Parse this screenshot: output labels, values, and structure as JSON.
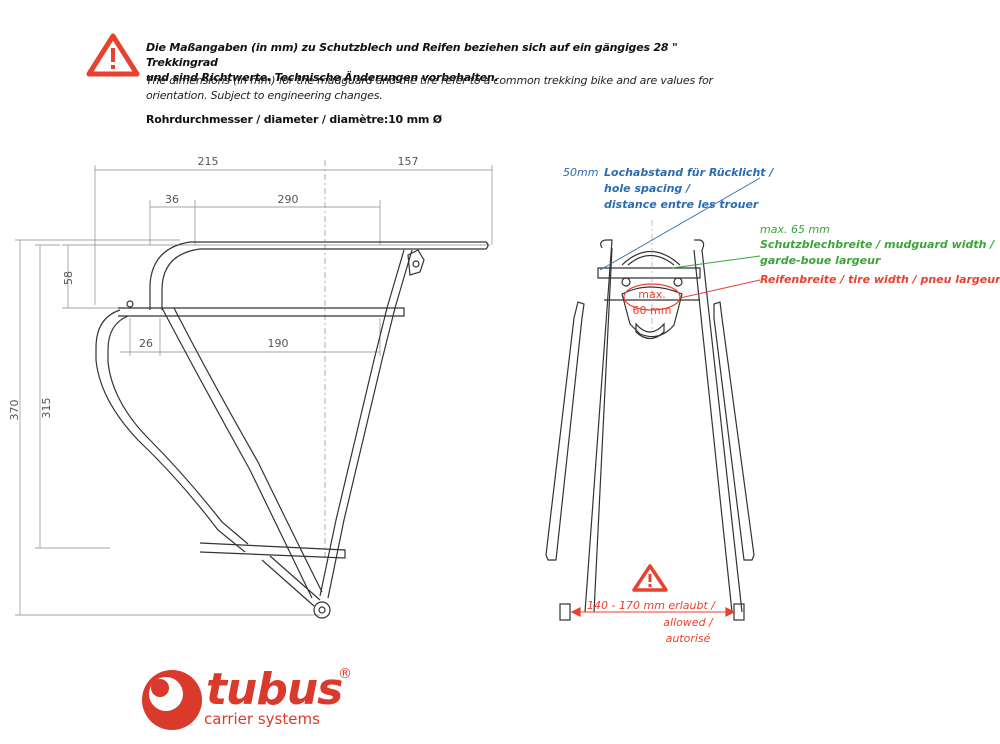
{
  "notes": {
    "de_line1": "Die Maßangaben (in mm) zu Schutzblech und Reifen beziehen sich auf ein gängiges 28 \" Trekkingrad",
    "de_line2": "und sind Richtwerte. Technische Änderungen vorbehalten.",
    "en_line1": "The dimensions (in mm) for the mudguard and the tire refer to a common trekking bike and are values for",
    "en_line2": "orientation. Subject to engineering changes.",
    "tube": "Rohrdurchmesser / diameter / diamètre:10 mm Ø"
  },
  "side_view": {
    "dim_215": "215",
    "dim_157": "157",
    "dim_36": "36",
    "dim_290": "290",
    "dim_58": "58",
    "dim_26": "26",
    "dim_190": "190",
    "dim_370": "370",
    "dim_315": "315"
  },
  "rear_view": {
    "hole_value": "50mm",
    "hole_de": "Lochabstand für Rücklicht /",
    "hole_en": "hole spacing /",
    "hole_fr": "distance entre les trouer",
    "mud_value": "max. 65 mm",
    "mud_de_en": "Schutzblechbreite / mudguard width /",
    "mud_fr": "garde-boue largeur",
    "tire_text": "Reifenbreite / tire width / pneu largeur",
    "tire_max_1": "max.",
    "tire_max_2": "60 mm",
    "allowed_1": "140 - 170 mm erlaubt /",
    "allowed_2": "allowed /",
    "allowed_3": "autorisé"
  },
  "logo": {
    "brand": "tubus",
    "registered": "®",
    "tagline": "carrier systems"
  },
  "colors": {
    "blue": "#2b6cb0",
    "green": "#3aa538",
    "red": "#e8412f",
    "brand": "#d93a2b",
    "line": "#333333"
  },
  "icons": [
    "warning-icon",
    "tubus-logo-icon"
  ]
}
